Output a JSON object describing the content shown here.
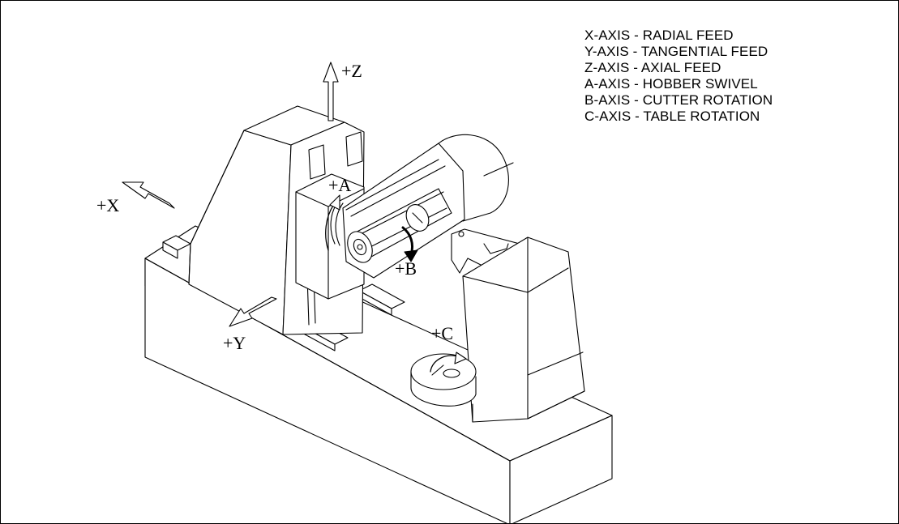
{
  "legend": [
    "X-AXIS - RADIAL FEED",
    "Y-AXIS - TANGENTIAL FEED",
    "Z-AXIS - AXIAL FEED",
    "A-AXIS - HOBBER SWIVEL",
    "B-AXIS - CUTTER ROTATION",
    "C-AXIS - TABLE ROTATION"
  ],
  "axis_labels": {
    "z": "+Z",
    "x": "+X",
    "a": "+A",
    "b": "+B",
    "y": "+Y",
    "c": "+C"
  },
  "colors": {
    "line": "#000000",
    "background": "#ffffff"
  }
}
